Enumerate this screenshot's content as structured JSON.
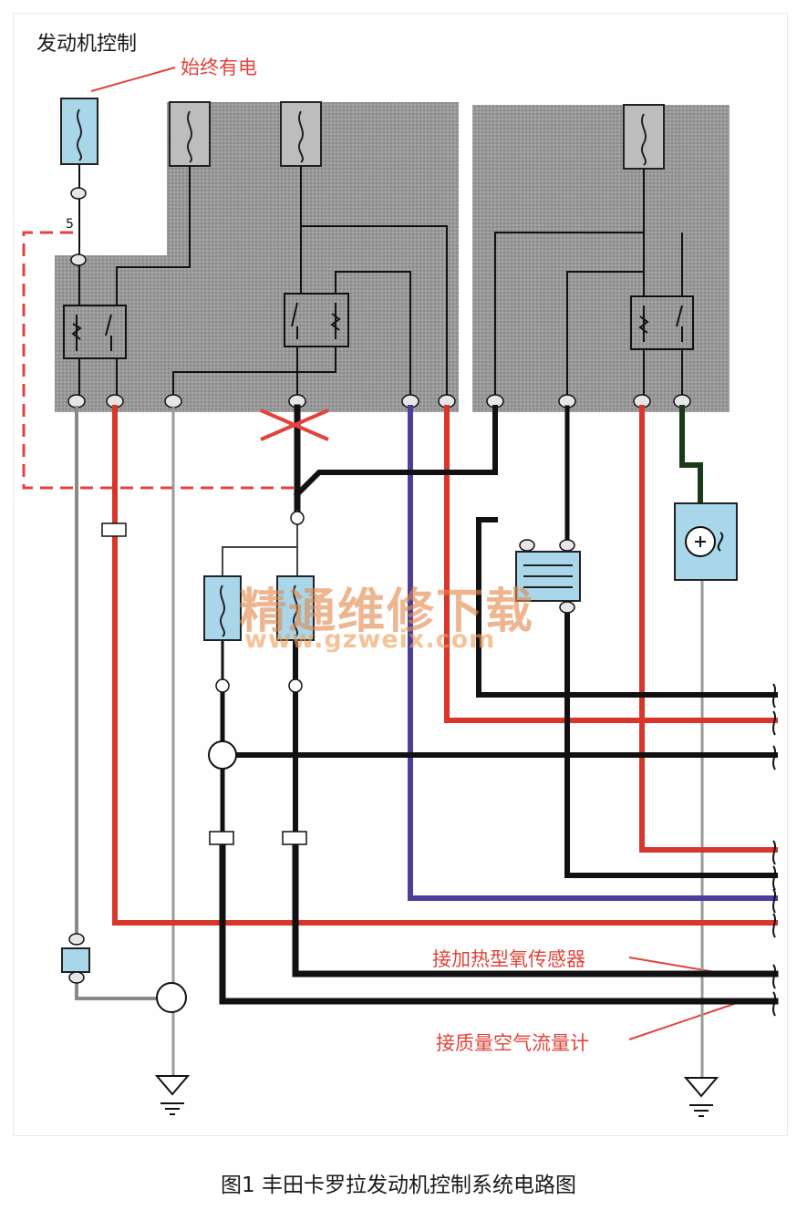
{
  "title": "发动机控制",
  "labels": {
    "always_powered": "始终有电",
    "wire_number": "5",
    "heated_o2_sensor": "接加热型氧传感器",
    "maf_meter": "接质量空气流量计"
  },
  "watermark": {
    "text": "精通维修下载",
    "url": "www.gzweix.com"
  },
  "caption": "图1 丰田卡罗拉发动机控制系统电路图",
  "colors": {
    "wire_black": "#111111",
    "wire_red": "#d8362a",
    "wire_purple": "#4a3f9a",
    "wire_gray": "#9a9a9a",
    "box_fill": "#8f8f8f",
    "fuse_fill": "#a9d6e8",
    "annotation_red": "#e0443c"
  }
}
